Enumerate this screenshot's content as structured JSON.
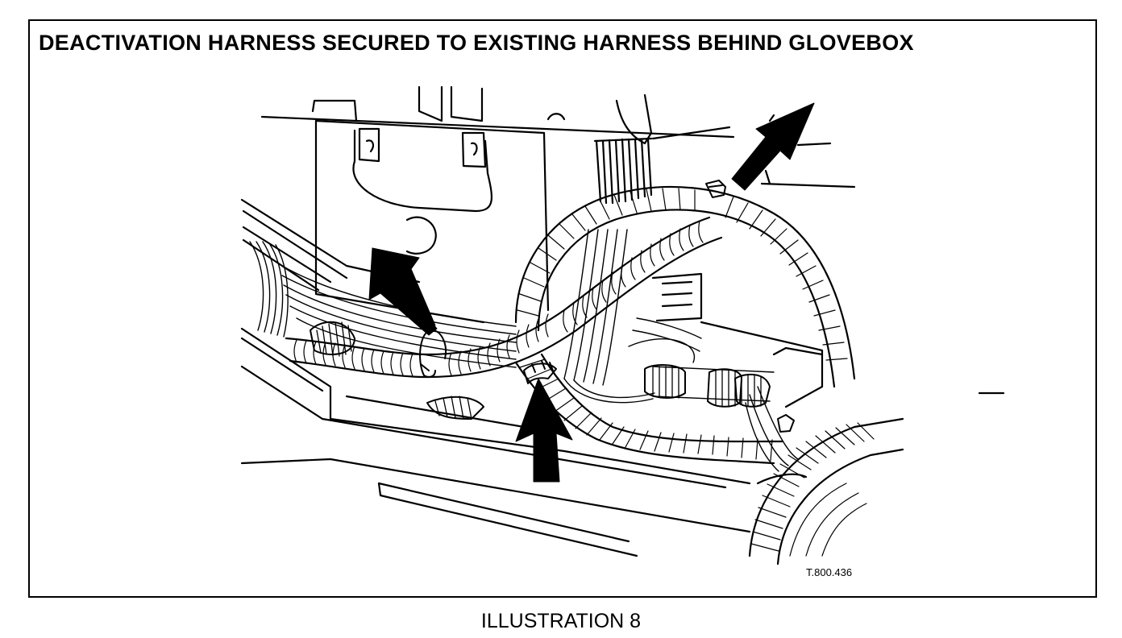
{
  "figure": {
    "title": "DEACTIVATION HARNESS SECURED TO EXISTING HARNESS BEHIND GLOVEBOX",
    "reference_code": "T.800.436",
    "caption": "ILLUSTRATION 8"
  },
  "callouts": [
    {
      "id": "arrow-upper-right",
      "points_to": "tie clip on upper harness loop"
    },
    {
      "id": "arrow-left",
      "points_to": "clip on left harness run"
    },
    {
      "id": "arrow-bottom",
      "points_to": "clip at harness junction"
    }
  ],
  "colors": {
    "ink": "#000000",
    "paper": "#ffffff"
  }
}
